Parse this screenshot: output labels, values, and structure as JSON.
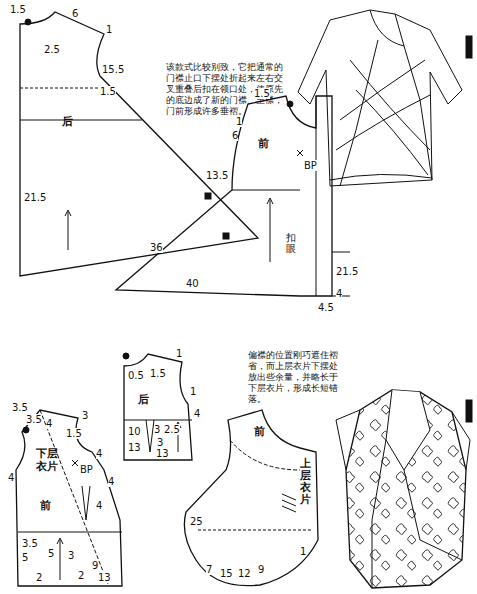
{
  "diagram": {
    "nodes": [
      {
        "text": [
          "后"
        ]
      },
      {
        "text": [
          "前"
        ]
      },
      {
        "text": [
          "后"
        ]
      },
      {
        "text": [
          "下层衣片",
          "前"
        ]
      },
      {
        "text": [
          "前",
          "上层衣片"
        ]
      }
    ],
    "labels": [
      "1.5",
      "6",
      "2.5",
      "1",
      "15.5",
      "1.5",
      "21.5",
      "36",
      "该款式比较别致，它把通常的门襟止口下摆处折起来左右交叉重叠后扣在领口处，使原先的底边成了新的门襟、里襟，门前形成许多垂褶。",
      "1.5",
      "6",
      "1",
      "13.5",
      "BP",
      "21.5",
      "扣眼",
      "40",
      "4",
      "4.5",
      "0.5",
      "1.5",
      "1",
      "1",
      "4",
      "10",
      "3",
      "3",
      "2.5",
      "13",
      "13",
      "3.5",
      "3.5",
      "4",
      "3",
      "1.5",
      "4",
      "4",
      "4",
      "4",
      "BP",
      "3.5",
      "5",
      "5",
      "3",
      "9",
      "2",
      "2",
      "13",
      "25",
      "7",
      "15",
      "12",
      "9",
      "1",
      "偏襟的位置刚巧遮住褶省，而上层衣片下摆处放出些余量，并略长于下层衣片，形成长短错落。"
    ]
  }
}
